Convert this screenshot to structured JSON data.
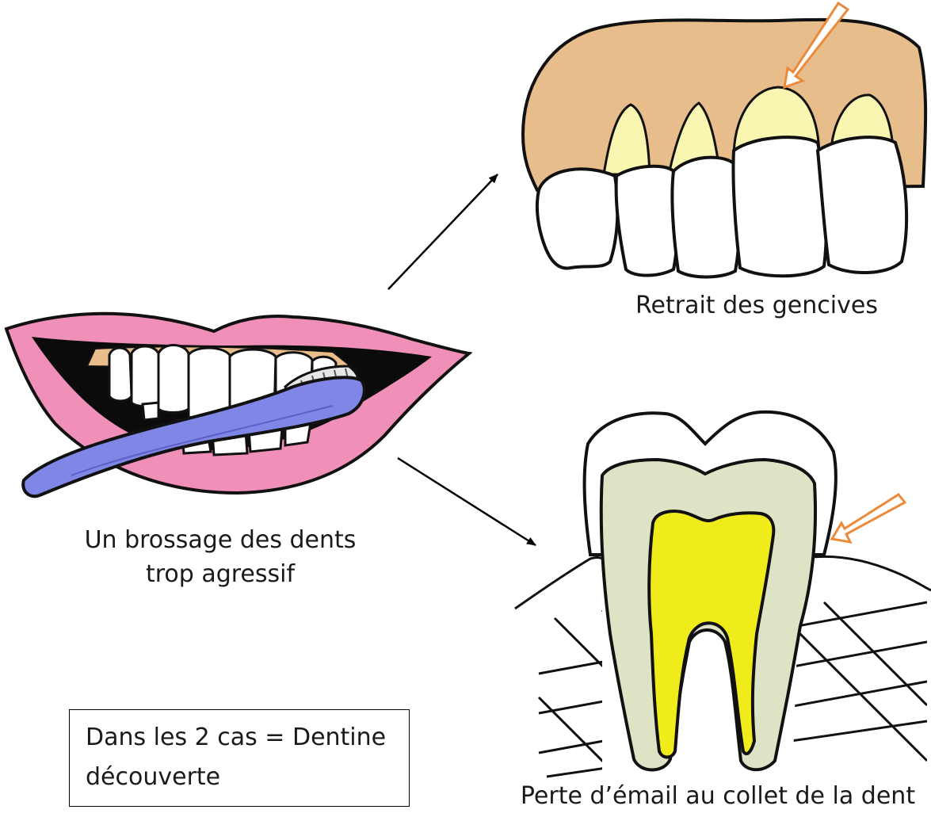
{
  "labels": {
    "mouth": [
      "Un brossage des dents",
      "trop agressif"
    ],
    "gums": "Retrait des gencives",
    "enamel": "Perte d’émail au collet de la dent"
  },
  "note": [
    "Dans les 2 cas = Dentine",
    "découverte"
  ],
  "colors": {
    "lips": "#f090b8",
    "gum": "#e8bd8c",
    "exposed_root": "#f9f6b2",
    "toothbrush": "#7f86e6",
    "dentine": "#dfe3c6",
    "pulp": "#f0ec1c",
    "highlight_arrow": "#ec8a3a"
  }
}
